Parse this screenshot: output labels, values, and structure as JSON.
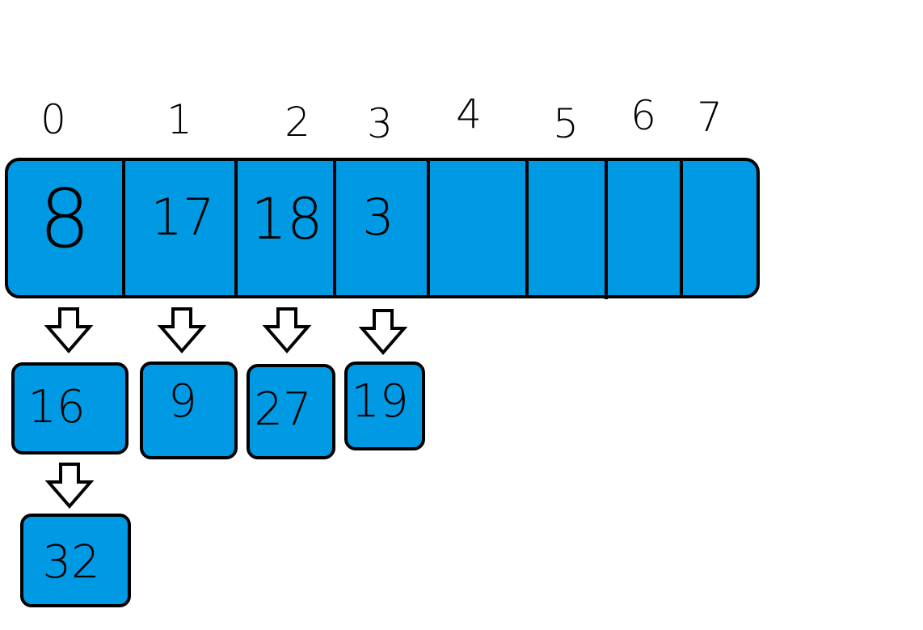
{
  "diagram": {
    "type": "hash-table-separate-chaining",
    "fill_color": "#0099E3",
    "stroke_color": "#000000",
    "slots": [
      {
        "index": "0",
        "value": "8",
        "chain": [
          "16",
          "32"
        ]
      },
      {
        "index": "1",
        "value": "17",
        "chain": [
          "9"
        ]
      },
      {
        "index": "2",
        "value": "18",
        "chain": [
          "27"
        ]
      },
      {
        "index": "3",
        "value": "3",
        "chain": [
          "19"
        ]
      },
      {
        "index": "4",
        "value": "",
        "chain": []
      },
      {
        "index": "5",
        "value": "",
        "chain": []
      },
      {
        "index": "6",
        "value": "",
        "chain": []
      },
      {
        "index": "7",
        "value": "",
        "chain": []
      }
    ]
  }
}
